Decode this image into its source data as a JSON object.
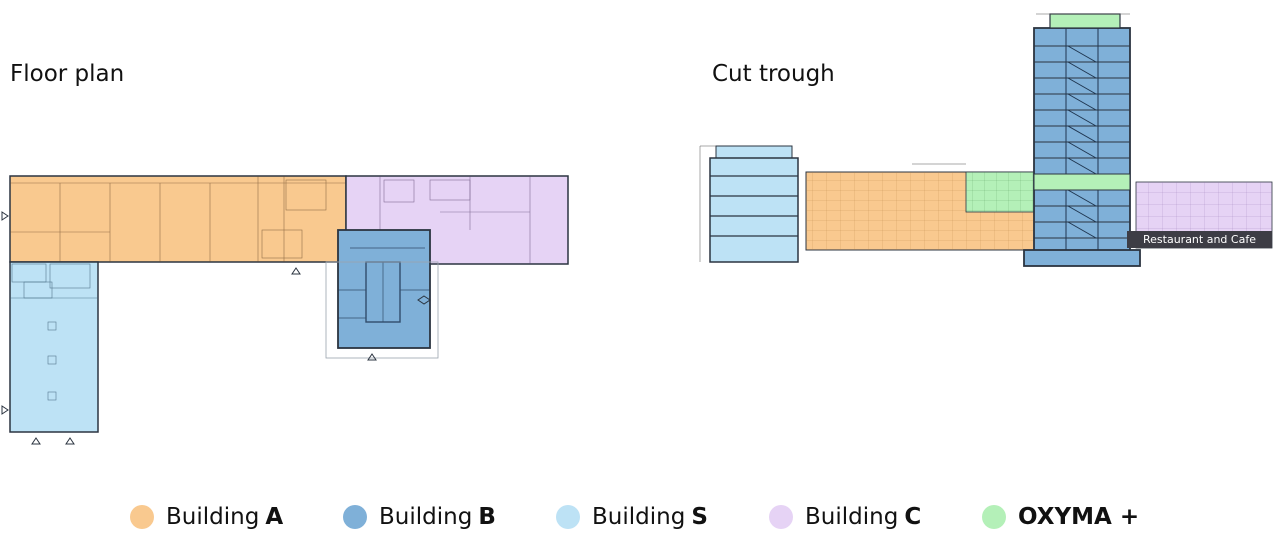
{
  "headings": {
    "floor_plan": "Floor plan",
    "cut": "Cut trough"
  },
  "cut_label": "Restaurant and Cafe",
  "legend": [
    {
      "prefix": "Building",
      "strong": "A",
      "color": "#f9c98f"
    },
    {
      "prefix": "Building",
      "strong": "B",
      "color": "#7fb0d8"
    },
    {
      "prefix": "Building",
      "strong": "S",
      "color": "#bde2f5"
    },
    {
      "prefix": "Building",
      "strong": "C",
      "color": "#e6d3f5"
    },
    {
      "prefix": "",
      "strong": "OXYMA +",
      "color": "#b4f0b8"
    }
  ],
  "colors": {
    "building_a": "#f9c98f",
    "building_b": "#7fb0d8",
    "building_s": "#bde2f5",
    "building_c": "#e6d3f5",
    "oxyma": "#b4f0b8",
    "line": "#2b3440"
  }
}
